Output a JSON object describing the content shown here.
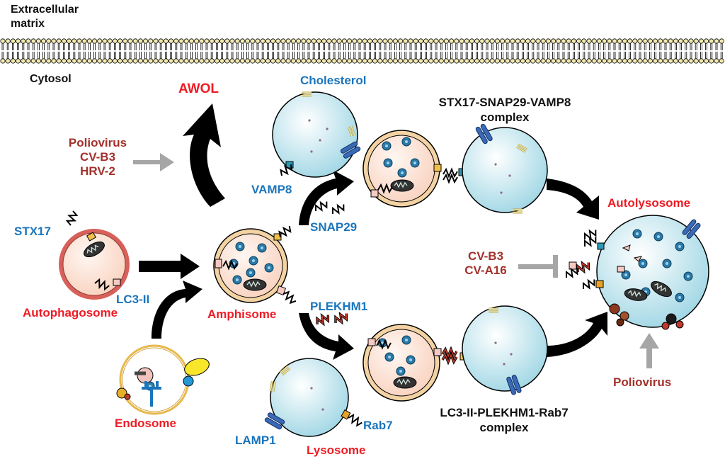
{
  "colors": {
    "red_label": "#ee1c24",
    "blue_label": "#1b75bc",
    "virus_label": "#a3312b",
    "vesicle_fill": "#c4e8f0",
    "autophagosome_fill": "#fde3d6",
    "autophagosome_ring": "#d9605a",
    "arrow": "#000000",
    "grey_arrow": "#a6a6a6"
  },
  "membrane": {
    "outside_label": "Extracellular\nmatrix",
    "inside_label": "Cytosol"
  },
  "labels": {
    "awol": "AWOL",
    "virus_group_1": [
      "Poliovirus",
      "CV-B3",
      "HRV-2"
    ],
    "stx17": "STX17",
    "lc3": "LC3-II",
    "autophagosome": "Autophagosome",
    "endosome": "Endosome",
    "amphisome": "Amphisome",
    "cholesterol": "Cholesterol",
    "vamp8": "VAMP8",
    "snap29": "SNAP29",
    "plekhm1": "PLEKHM1",
    "lamp1": "LAMP1",
    "rab7": "Rab7",
    "lysosome": "Lysosome",
    "snare_complex": [
      "STX17-SNAP29-VAMP8",
      "complex"
    ],
    "plekhm1_complex": [
      "LC3-II-PLEKHM1-Rab7",
      "complex"
    ],
    "autolysosome": "Autolysosome",
    "virus_group_2": [
      "CV-B3",
      "CV-A16"
    ],
    "poliovirus_bottom": "Poliovirus"
  }
}
